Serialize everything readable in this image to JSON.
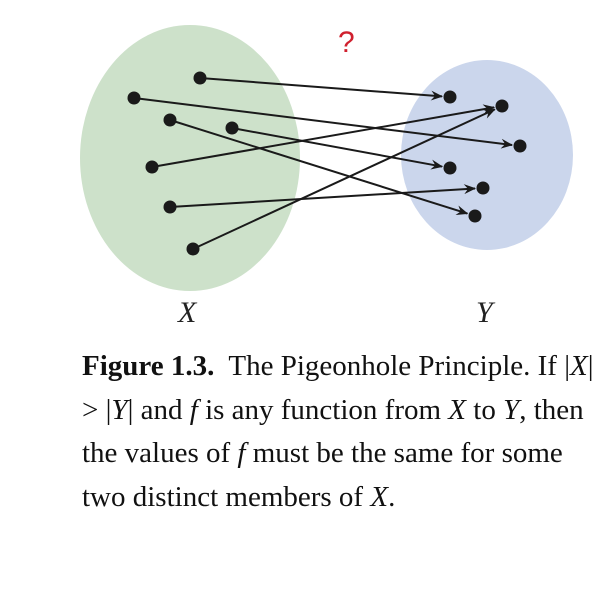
{
  "diagram": {
    "question_mark": "?",
    "set_x_label": "X",
    "set_y_label": "Y",
    "colors": {
      "set_x": "#cde1ca",
      "set_y": "#cbd6ec",
      "question": "#d0202e",
      "ink": "#1a1a1a"
    },
    "domain_points": 7,
    "codomain_points": 6,
    "mapping": [
      0,
      2,
      5,
      3,
      1,
      4,
      1
    ]
  },
  "caption": {
    "label": "Figure 1.3.",
    "text_1": "The Pigeonhole Principle. If |",
    "x1": "X",
    "text_2": "| > |",
    "y1": "Y",
    "text_3": "| and ",
    "f1": "f",
    "text_4": " is any function from ",
    "x2": "X",
    "text_5": " to ",
    "y2": "Y",
    "text_6": ", then the values of ",
    "f2": "f",
    "text_7": " must be the same for some two distinct members of ",
    "x3": "X",
    "text_8": "."
  }
}
